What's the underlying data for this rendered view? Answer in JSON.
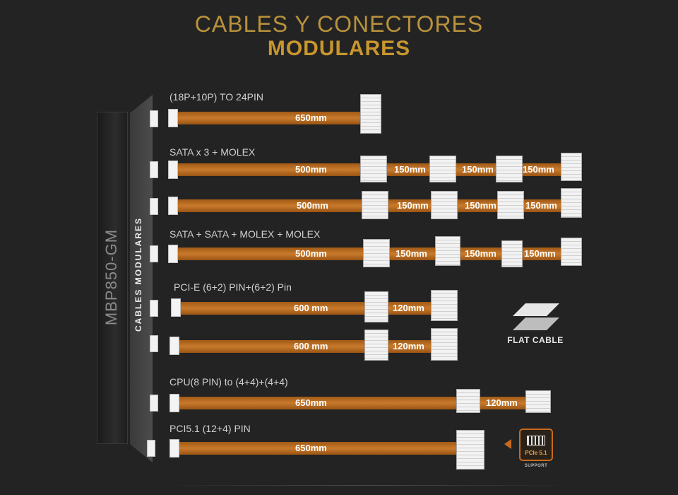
{
  "title": {
    "line1": "CABLES Y CONECTORES",
    "line2": "MODULARES"
  },
  "psu_model": "MBP850-GM",
  "panel_label": "CABLES MODULARES",
  "cables": [
    {
      "label": "(18P+10P) TO 24PIN",
      "main": "650mm",
      "segments": []
    },
    {
      "label": "SATA x 3 + MOLEX",
      "main": "500mm",
      "segments": [
        "150mm",
        "150mm",
        "150mm"
      ]
    },
    {
      "label": "",
      "main": "500mm",
      "segments": [
        "150mm",
        "150mm",
        "150mm"
      ]
    },
    {
      "label": "SATA + SATA + MOLEX + MOLEX",
      "main": "500mm",
      "segments": [
        "150mm",
        "150mm",
        "150mm"
      ]
    },
    {
      "label": "PCI-E (6+2) PIN+(6+2) Pin",
      "main": "600 mm",
      "segments": [
        "120mm"
      ]
    },
    {
      "label": "",
      "main": "600 mm",
      "segments": [
        "120mm"
      ]
    },
    {
      "label": "CPU(8 PIN) to (4+4)+(4+4)",
      "main": "650mm",
      "segments": [
        "120mm"
      ]
    },
    {
      "label": "PCI5.1 (12+4) PIN",
      "main": "650mm",
      "segments": []
    }
  ],
  "flat_cable": {
    "icon": "flat-cable-icon",
    "text": "FLAT CABLE"
  },
  "pcie_badge": {
    "icon": "pcie-chip-icon",
    "text": "PCIe 5.1",
    "support": "SUPPORT"
  },
  "colors": {
    "title": "#b8923c",
    "cable": "#c87a2c",
    "badge": "#c86a1e",
    "background": "#232323"
  }
}
